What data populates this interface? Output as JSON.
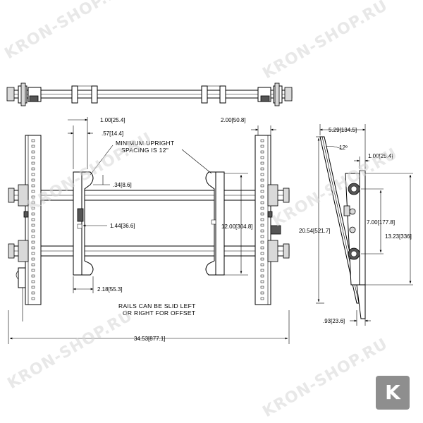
{
  "watermark": "KRON-SHOP.RU",
  "logo_letter": "K",
  "front_view": {
    "dims": {
      "d_1_00": "1.00[25.4]",
      "d_57": ".57[14.4]",
      "d_34": ".34[8.6]",
      "d_1_44": "1.44[36.6]",
      "d_2_18": "2.18[55.3]",
      "d_2_00": "2.00[50.8]",
      "d_12_00": "12.00[304.8]",
      "d_34_53": "34.53[877.1]"
    },
    "notes": {
      "upright_line1": "MINIMUM UPRIGHT",
      "upright_line2": "SPACING IS 12\"",
      "rails_line1": "RAILS CAN BE SLID LEFT",
      "rails_line2": "OR RIGHT FOR OFFSET"
    }
  },
  "side_view": {
    "dims": {
      "d_5_29": "5.29[134.5]",
      "d_angle": "12º",
      "d_1_00": "1.00[25.4]",
      "d_7_00": "7.00[177.8]",
      "d_20_54": "20.54[521.7]",
      "d_13_23": "13.23[336]",
      "d_93": ".93[23.6]"
    }
  }
}
